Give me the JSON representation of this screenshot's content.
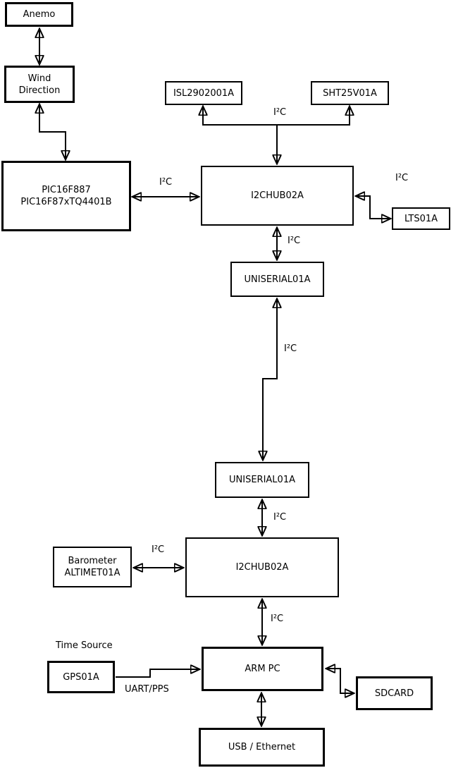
{
  "canvas": {
    "background": "#ffffff",
    "line_color": "#000000",
    "text_color": "#000000"
  },
  "labels": {
    "i2c": "I²C",
    "uart_pps": "UART/PPS",
    "time_source": "Time Source"
  },
  "nodes": {
    "anemo": {
      "label": "Anemo"
    },
    "wind_direction": {
      "line1": "Wind",
      "line2": "Direction"
    },
    "pic": {
      "line1": "PIC16F887",
      "line2": "PIC16F87xTQ4401B"
    },
    "isl": {
      "label": "ISL2902001A"
    },
    "sht": {
      "label": "SHT25V01A"
    },
    "hub_top": {
      "label": "I2CHUB02A"
    },
    "lts": {
      "label": "LTS01A"
    },
    "uniserial_top": {
      "label": "UNISERIAL01A"
    },
    "uniserial_bottom": {
      "label": "UNISERIAL01A"
    },
    "hub_bottom": {
      "label": "I2CHUB02A"
    },
    "barometer": {
      "line1": "Barometer",
      "line2": "ALTIMET01A"
    },
    "gps": {
      "label": "GPS01A"
    },
    "arm_pc": {
      "label": "ARM PC"
    },
    "sdcard": {
      "label": "SDCARD"
    },
    "usb_ethernet": {
      "label": "USB / Ethernet"
    }
  }
}
